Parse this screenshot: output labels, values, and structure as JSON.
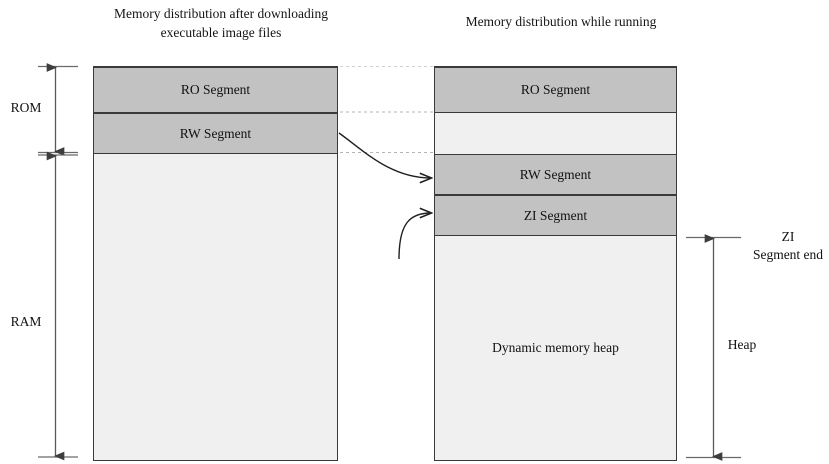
{
  "diagram": {
    "titles": {
      "left": "Memory distribution after downloading executable image files",
      "right": "Memory distribution while running"
    },
    "left_column": {
      "segments": [
        {
          "label": "RO Segment",
          "fill": "#c2c2c2"
        },
        {
          "label": "RW Segment",
          "fill": "#c2c2c2"
        },
        {
          "label": "",
          "fill": "#f0f0f0"
        }
      ]
    },
    "right_column": {
      "segments": [
        {
          "label": "RO Segment",
          "fill": "#c2c2c2"
        },
        {
          "label": "",
          "fill": "#f0f0f0"
        },
        {
          "label": "RW Segment",
          "fill": "#c2c2c2"
        },
        {
          "label": "ZI Segment",
          "fill": "#c2c2c2"
        },
        {
          "label": "Dynamic memory heap",
          "fill": "#f0f0f0"
        }
      ]
    },
    "left_axis": {
      "rom": "ROM",
      "ram": "RAM"
    },
    "right_axis": {
      "zi_segment_end": "ZI\nSegment end",
      "heap": "Heap"
    },
    "colors": {
      "segment_fill": "#c2c2c2",
      "free_fill": "#f0f0f0",
      "border": "#3a3a3a",
      "arrow": "#4a4a4a",
      "dotted": "#b4b4b4",
      "curve": "#1a1a1a"
    }
  }
}
